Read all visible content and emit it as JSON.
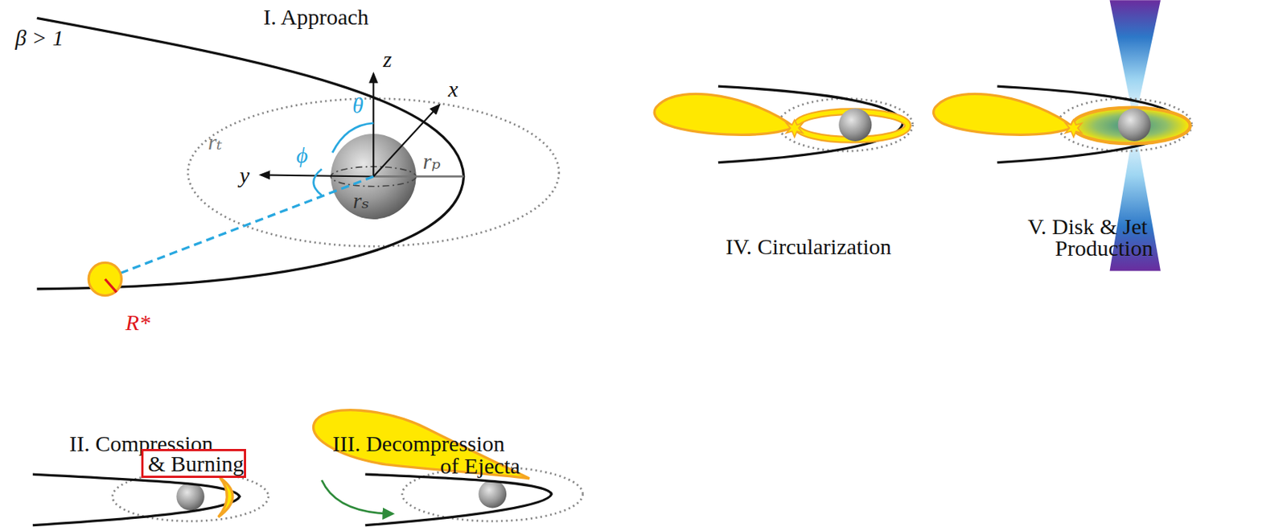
{
  "diagram": {
    "nodes": [
      {
        "text": [
          "& Burning"
        ]
      }
    ],
    "labels": [
      "β > 1",
      "I. Approach",
      "z",
      "x",
      "y",
      "θ",
      "ϕ",
      "rₜ",
      "rₚ",
      "rₛ",
      "R*",
      "II. Compression",
      "III. Decompression",
      "of Ejecta",
      "IV. Circularization",
      "V. Disk & Jet",
      "Production"
    ]
  }
}
